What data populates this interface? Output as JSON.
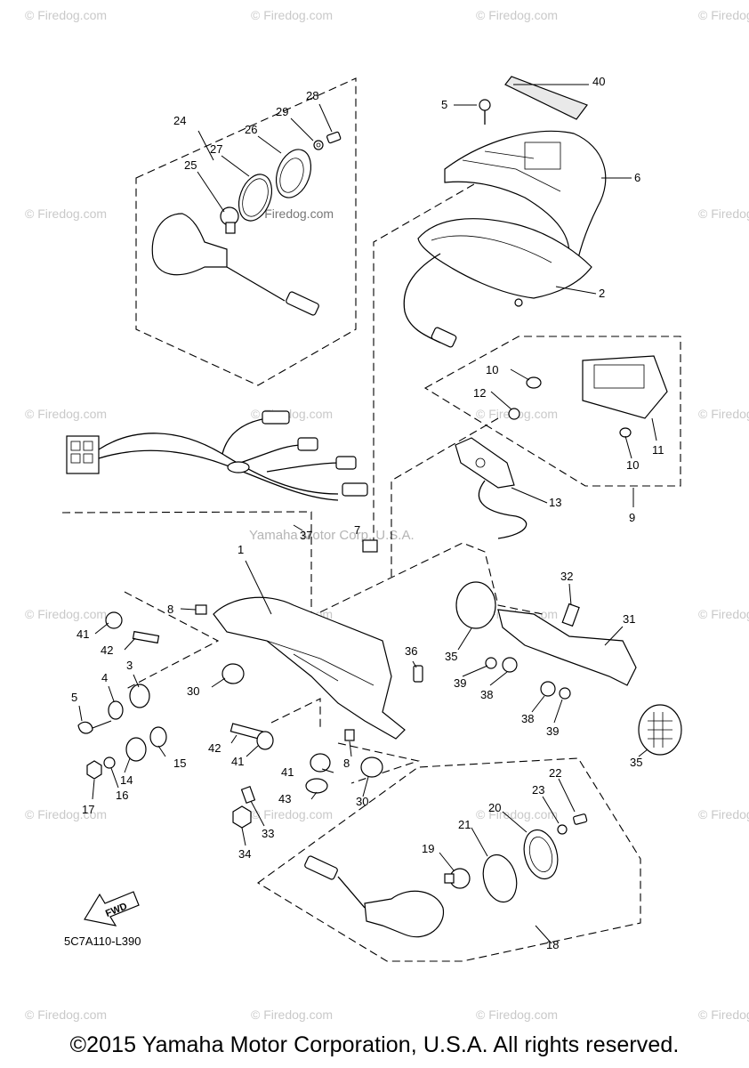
{
  "watermark": {
    "text": "© Firedog.com",
    "center_text": "Yamaha Motor Corp, U.S.A."
  },
  "fig_code": "5C7A110-L390",
  "fwd_label": "FWD",
  "callouts": {
    "c1": "1",
    "c2": "2",
    "c3": "3",
    "c4": "4",
    "c5a": "5",
    "c5b": "5",
    "c6": "6",
    "c7": "7",
    "c8a": "8",
    "c8b": "8",
    "c9": "9",
    "c10a": "10",
    "c10b": "10",
    "c11": "11",
    "c12": "12",
    "c13": "13",
    "c14": "14",
    "c15": "15",
    "c16": "16",
    "c17": "17",
    "c18": "18",
    "c19": "19",
    "c20": "20",
    "c21": "21",
    "c22": "22",
    "c23": "23",
    "c24": "24",
    "c25": "25",
    "c26": "26",
    "c27": "27",
    "c28": "28",
    "c29": "29",
    "c30a": "30",
    "c30b": "30",
    "c31": "31",
    "c32": "32",
    "c33": "33",
    "c34": "34",
    "c35a": "35",
    "c35b": "35",
    "c36": "36",
    "c37": "37",
    "c38a": "38",
    "c38b": "38",
    "c39a": "39",
    "c39b": "39",
    "c40": "40",
    "c41a": "41",
    "c41b": "41",
    "c41c": "41",
    "c42a": "42",
    "c42b": "42",
    "c43": "43"
  },
  "copyright": "©2015 Yamaha Motor Corporation, U.S.A. All rights reserved."
}
